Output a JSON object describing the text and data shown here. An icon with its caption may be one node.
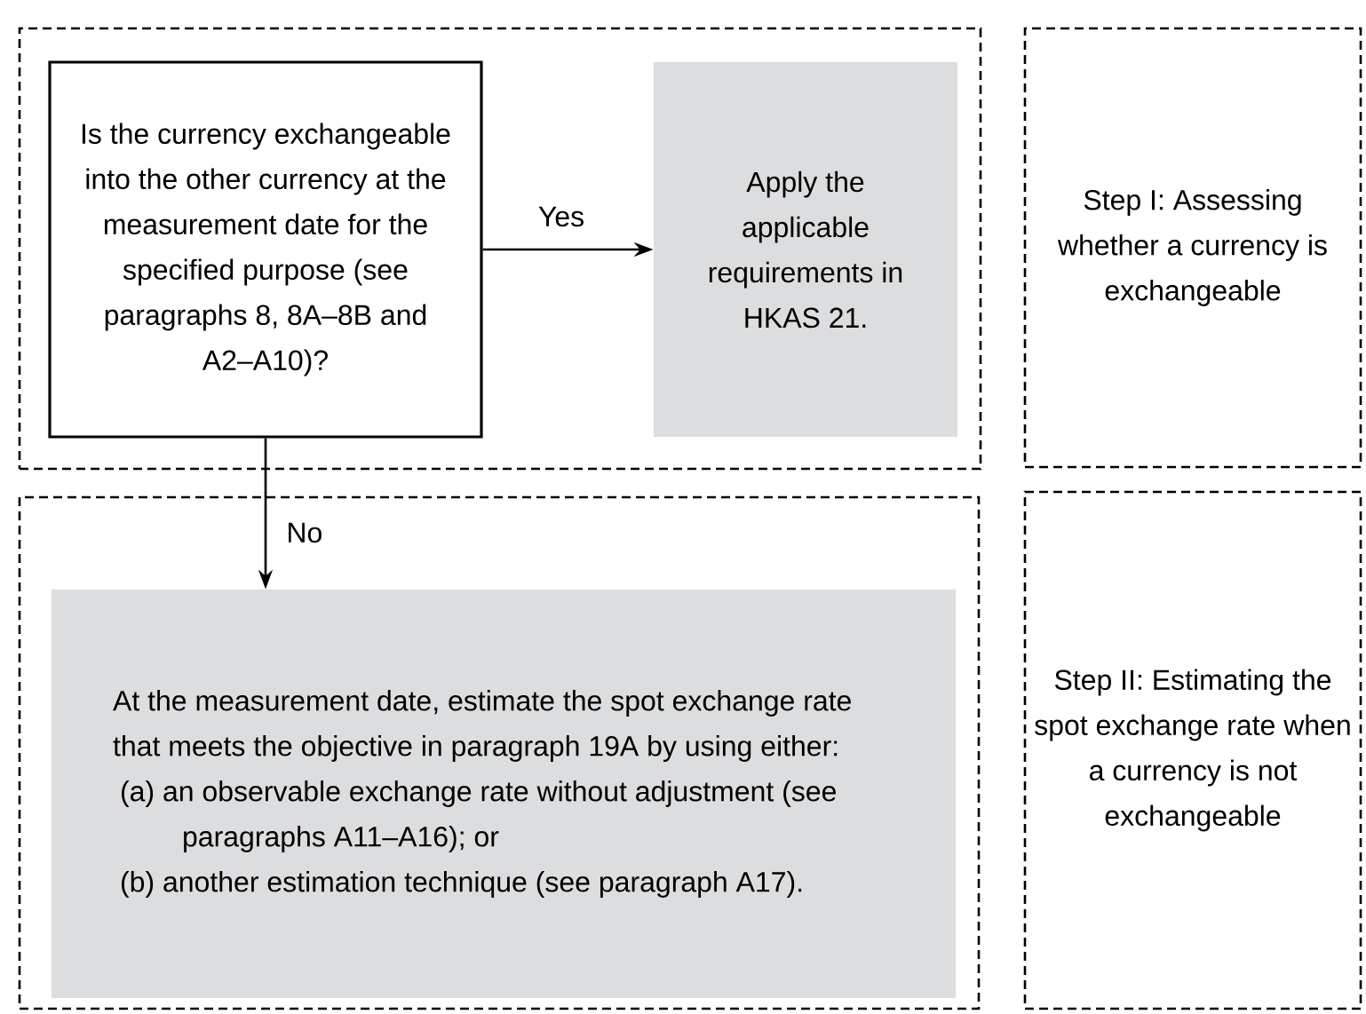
{
  "diagram": {
    "nodes": [
      {
        "text": [],
        "shape": "box"
      },
      {
        "text": [
          "Is the currency exchangeable into the other currency at the measurement date for the specified purpose (see paragraphs 8, 8A–8B and A2–A10)?"
        ],
        "in": 0
      },
      {
        "text": [
          "Apply the applicable requirements in HKAS 21."
        ],
        "in": 0
      },
      {
        "text": [
          "Step I: Assessing whether a currency is exchangeable"
        ]
      },
      {
        "text": [],
        "shape": "box"
      },
      {
        "text": [
          "At the measurement date, estimate the spot exchange rate that meets the objective in paragraph 19A by using either:",
          "(a) an observable exchange rate without adjustment (see paragraphs A11–A16); or",
          "(b) another estimation technique (see paragraph A17)."
        ],
        "in": 4
      },
      {
        "text": [
          "Step II: Estimating the spot exchange rate when a currency is not exchangeable"
        ]
      }
    ],
    "edges": [
      {
        "from": 1,
        "to": 2,
        "arrow": "to",
        "label": "Yes"
      },
      {
        "from": 1,
        "to": 5,
        "arrow": "to",
        "label": "No"
      }
    ]
  }
}
